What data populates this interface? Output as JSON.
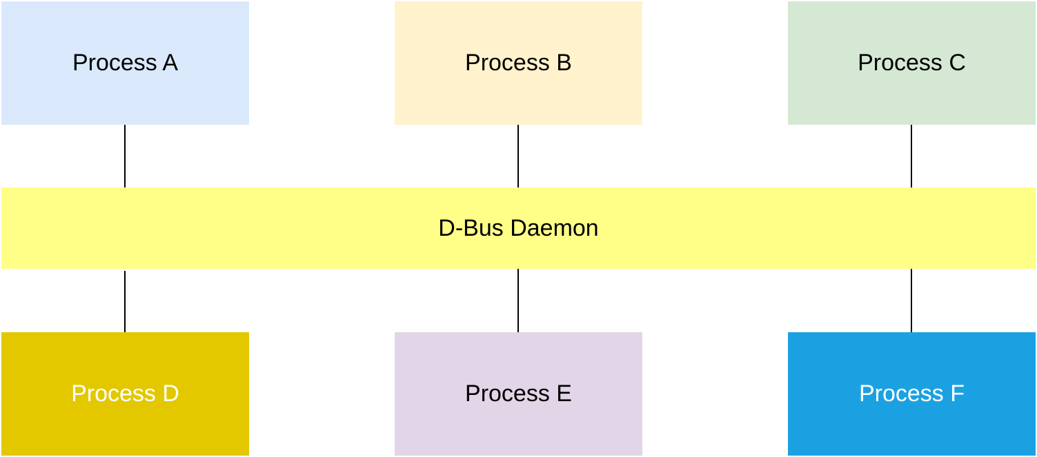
{
  "bus": {
    "label": "D-Bus Daemon",
    "fill": "#FFFF88",
    "text_color": "#000000"
  },
  "processes": [
    {
      "label": "Process A",
      "fill": "#DAE8FC",
      "text_color": "#000000"
    },
    {
      "label": "Process B",
      "fill": "#FFF2CC",
      "text_color": "#000000"
    },
    {
      "label": "Process C",
      "fill": "#D5E8D4",
      "text_color": "#000000"
    },
    {
      "label": "Process D",
      "fill": "#E3C800",
      "text_color": "#FFFFFF"
    },
    {
      "label": "Process E",
      "fill": "#E1D5E7",
      "text_color": "#000000"
    },
    {
      "label": "Process F",
      "fill": "#1BA1E2",
      "text_color": "#FFFFFF"
    }
  ],
  "connector_color": "#000000"
}
